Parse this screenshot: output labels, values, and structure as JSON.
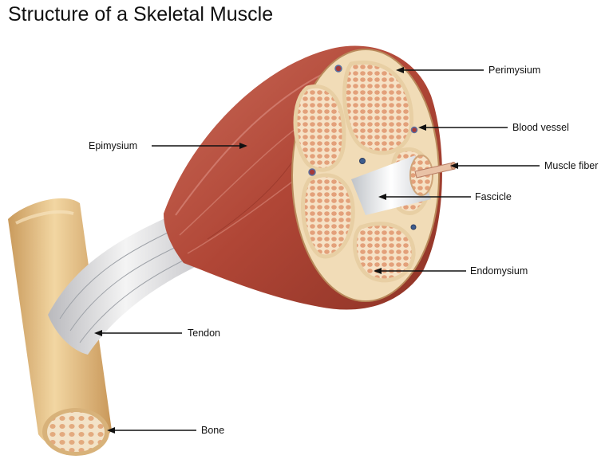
{
  "title": "Structure of a Skeletal Muscle",
  "labels": {
    "perimysium": "Perimysium",
    "blood_vessel": "Blood vessel",
    "muscle_fiber": "Muscle fiber",
    "epimysium": "Epimysium",
    "fascicle": "Fascicle",
    "endomysium": "Endomysium",
    "tendon": "Tendon",
    "bone": "Bone"
  },
  "colors": {
    "muscle": "#b34a3c",
    "muscle_light": "#d2786a",
    "bone": "#e8c48c",
    "fascicle_fill": "#f2d7b6",
    "cell": "#e4a078",
    "sheath": "#f6e6c8"
  }
}
